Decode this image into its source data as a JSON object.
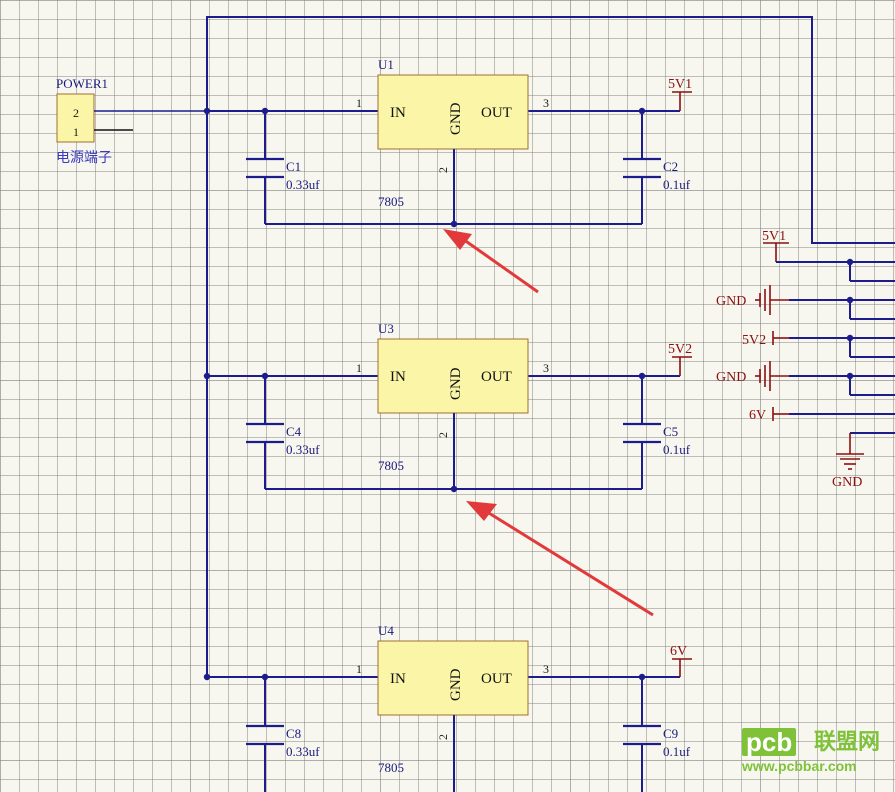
{
  "colors": {
    "wire": "#1c1c8c",
    "net_label": "#8b1010",
    "chip_fill": "#fbf5a8",
    "arrow": "#e23a3a",
    "watermark": "#7fc23a"
  },
  "connector": {
    "designator": "POWER1",
    "pin_top": "2",
    "pin_bottom": "1",
    "comment": "电源端子"
  },
  "regulators": [
    {
      "designator": "U1",
      "part": "7805",
      "in": "IN",
      "gnd": "GND",
      "out": "OUT",
      "pin_in": "1",
      "pin_gnd": "2",
      "pin_out": "3",
      "net": "5V1",
      "cap_in": {
        "designator": "C1",
        "value": "0.33uf"
      },
      "cap_out": {
        "designator": "C2",
        "value": "0.1uf"
      }
    },
    {
      "designator": "U3",
      "part": "7805",
      "in": "IN",
      "gnd": "GND",
      "out": "OUT",
      "pin_in": "1",
      "pin_gnd": "2",
      "pin_out": "3",
      "net": "5V2",
      "cap_in": {
        "designator": "C4",
        "value": "0.33uf"
      },
      "cap_out": {
        "designator": "C5",
        "value": "0.1uf"
      }
    },
    {
      "designator": "U4",
      "part": "7805",
      "in": "IN",
      "gnd": "GND",
      "out": "OUT",
      "pin_in": "1",
      "pin_gnd": "2",
      "pin_out": "3",
      "net": "6V",
      "cap_in": {
        "designator": "C8",
        "value": "0.33uf"
      },
      "cap_out": {
        "designator": "C9",
        "value": "0.1uf"
      }
    }
  ],
  "right_ports": {
    "top_net": "5V1",
    "gnd1": "GND",
    "net2": "5V2",
    "gnd2": "GND",
    "net3": "6V",
    "gnd_symbol": "GND"
  },
  "watermark": {
    "logo": "pcb",
    "cn": "联盟网",
    "url": "www.pcbbar.com"
  }
}
